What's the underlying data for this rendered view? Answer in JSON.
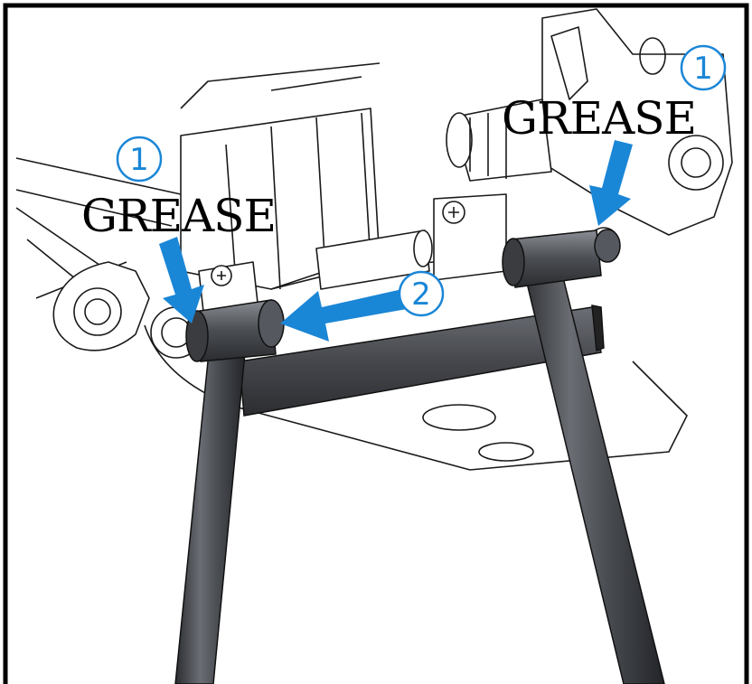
{
  "labels": {
    "grease_left": "GREASE",
    "grease_right": "GREASE"
  },
  "steps": {
    "step1_left": "1",
    "step1_right": "1",
    "step2": "2"
  },
  "colors": {
    "accent": "#1a86d6",
    "stand_dark": "#3a3c40",
    "stand_mid": "#5d6066",
    "outline": "#1a1a1a",
    "frame_border": "#000000"
  },
  "icons": {
    "arrow": "blue-arrow-icon",
    "step_badge": "circled-number-icon"
  }
}
